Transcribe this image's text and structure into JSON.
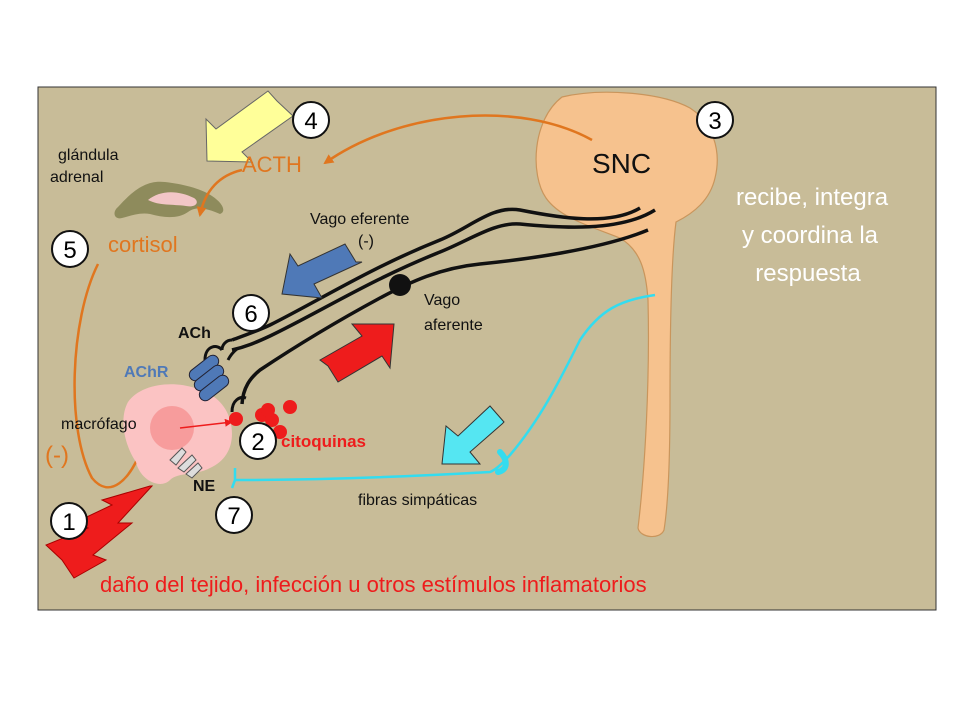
{
  "labels": {
    "glandula": "glándula",
    "adrenal": "adrenal",
    "acth": "ACTH",
    "cortisol": "cortisol",
    "snc": "SNC",
    "recibe": "recibe, integra",
    "coordina": "y coordina la",
    "respuesta": "respuesta",
    "vago_eferente": "Vago eferente",
    "vago_eferente_sign": "(-)",
    "vago_aferente_1": "Vago",
    "vago_aferente_2": "aferente",
    "ach": "ACh",
    "achr": "AChR",
    "macrofago": "macrófago",
    "citoquinas": "citoquinas",
    "ne": "NE",
    "fibras": "fibras simpáticas",
    "negativo": "(-)",
    "dano": "daño del tejido, infección u otros estímulos inflamatorios"
  },
  "steps": [
    "1",
    "2",
    "3",
    "4",
    "5",
    "6",
    "7"
  ],
  "colors": {
    "panel": "#c8bc98",
    "brain": "#f6c28e",
    "orange": "#e0761f",
    "cyan": "#33dcef",
    "blue": "#4f79b7",
    "red": "#ee1c1c",
    "yellow": "#ffff99",
    "adrenal": "#8e8b5c",
    "macrophage": "#fbc3c3",
    "white_text": "#ffffff"
  }
}
